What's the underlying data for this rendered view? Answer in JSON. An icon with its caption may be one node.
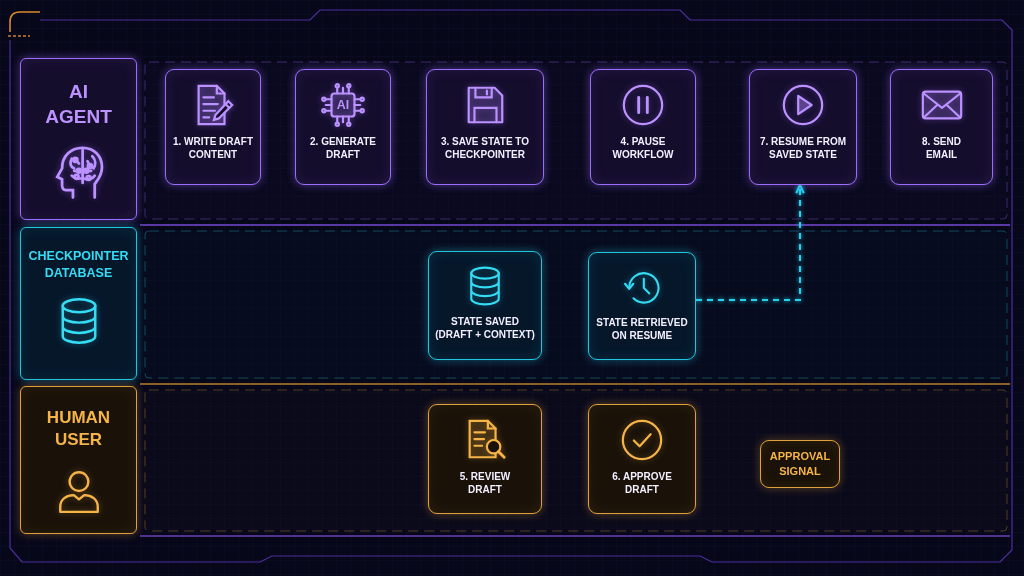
{
  "diagram": {
    "nodes": [
      {
        "text": [
          "AI AGENT"
        ]
      },
      {
        "text": [
          "1. WRITE DRAFT CONTENT"
        ]
      },
      {
        "text": [
          "2. GENERATE DRAFT"
        ]
      },
      {
        "text": [
          "3. SAVE STATE TO CHECKPOINTER"
        ]
      },
      {
        "text": [
          "4. PAUSE WORKFLOW"
        ]
      },
      {
        "text": [
          "7. RESUME FROM SAVED STATE"
        ]
      },
      {
        "text": [
          "8. SEND EMAIL"
        ]
      },
      {
        "text": [
          "CHECKPOINTER DATABASE"
        ]
      },
      {
        "text": [
          "STATE SAVED (DRAFT + CONTEXT)"
        ]
      },
      {
        "text": [
          "STATE RETRIEVED ON RESUME"
        ]
      },
      {
        "text": [
          "HUMAN USER"
        ]
      },
      {
        "text": [
          "5. REVIEW DRAFT"
        ]
      },
      {
        "text": [
          "6. APPROVE DRAFT"
        ]
      },
      {
        "text": [
          "APPROVAL SIGNAL"
        ]
      }
    ],
    "edges": [
      {
        "from": 1,
        "to": 2,
        "arrow": "to"
      },
      {
        "from": 2,
        "to": 3,
        "arrow": "to"
      },
      {
        "from": 3,
        "to": 4,
        "arrow": "to"
      },
      {
        "from": 4,
        "to": 5,
        "arrow": "to"
      },
      {
        "from": 5,
        "to": 6,
        "arrow": "to"
      },
      {
        "from": 3,
        "to": 8,
        "arrow": "to",
        "style": "dashed",
        "color": "#22d3ee"
      },
      {
        "from": 8,
        "to": 9,
        "arrow": "to",
        "style": "dashed",
        "color": "#22d3ee"
      },
      {
        "from": 9,
        "to": 5,
        "arrow": "to",
        "style": "dashed",
        "color": "#22d3ee"
      },
      {
        "from": 11,
        "to": 12,
        "arrow": "to",
        "color": "#f2a93b"
      },
      {
        "from": 12,
        "to": 13,
        "arrow": "to",
        "style": "dashed",
        "color": "#f2a93b"
      },
      {
        "from": 13,
        "to": 5,
        "arrow": "to",
        "style": "dashed",
        "color": "#f2a93b"
      },
      {
        "from": 12,
        "to": 9,
        "arrow": "none",
        "style": "dashed",
        "color": "#f2a93b"
      },
      {
        "from": 9,
        "to": 4,
        "arrow": "to",
        "style": "dashed",
        "color": "#f2a93b"
      }
    ],
    "labels": [
      "AI"
    ]
  }
}
